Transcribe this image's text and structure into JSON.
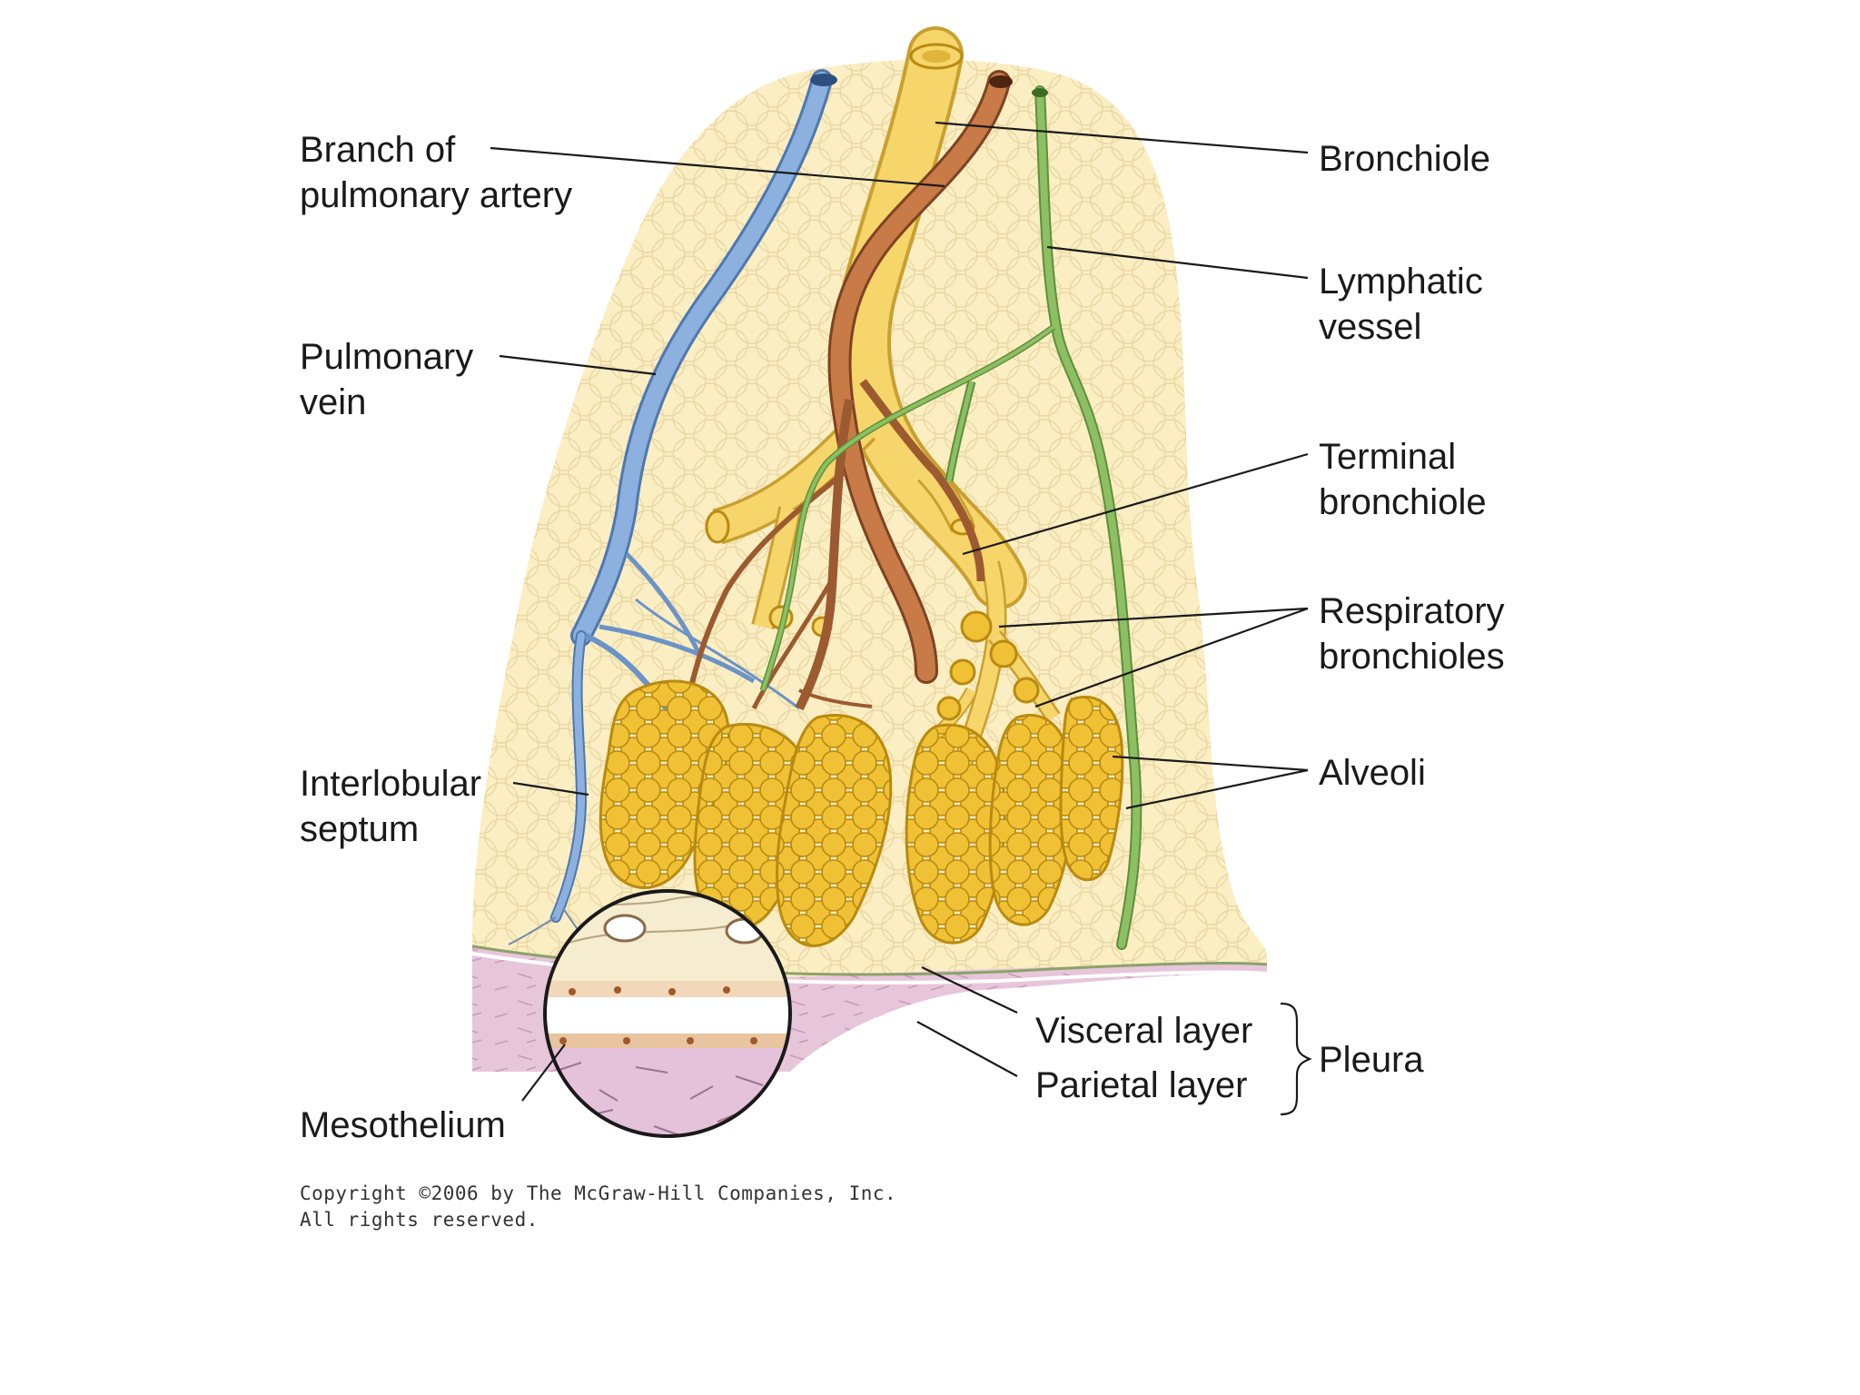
{
  "labels": {
    "branch_pulmonary_artery": [
      "Branch of",
      "pulmonary artery"
    ],
    "pulmonary_vein": [
      "Pulmonary",
      "vein"
    ],
    "interlobular_septum": [
      "Interlobular",
      "septum"
    ],
    "mesothelium": "Mesothelium",
    "bronchiole": "Bronchiole",
    "lymphatic_vessel": [
      "Lymphatic",
      "vessel"
    ],
    "terminal_bronchiole": [
      "Terminal",
      "bronchiole"
    ],
    "respiratory_bronchioles": [
      "Respiratory",
      "bronchioles"
    ],
    "alveoli": "Alveoli",
    "visceral_layer": "Visceral layer",
    "parietal_layer": "Parietal layer",
    "pleura": "Pleura"
  },
  "copyright": [
    "Copyright ©2006 by The McGraw-Hill Companies, Inc.",
    "All rights reserved."
  ],
  "colors": {
    "tissue": "#fbeec2",
    "vein": "#8cb1de",
    "artery": "#c87a47",
    "bronchiole": "#f6d56b",
    "lymphatic": "#8dc063",
    "alveoli": "#f1c135",
    "pleura": "#e7c6da"
  }
}
